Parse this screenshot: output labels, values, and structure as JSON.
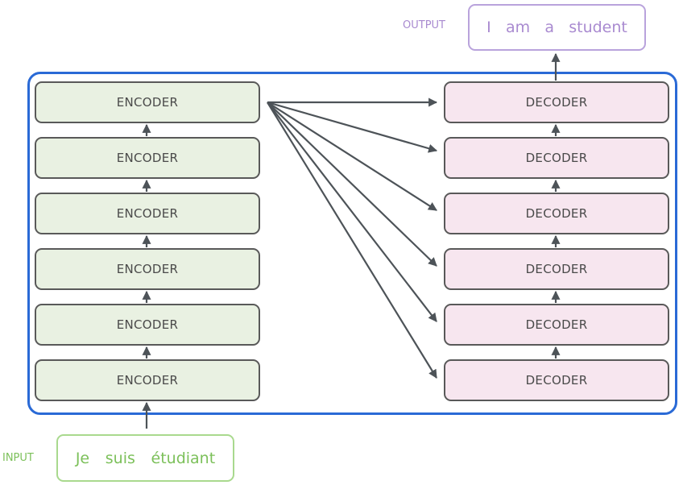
{
  "encoder_label": "ENCODER",
  "decoder_label": "DECODER",
  "encoders": [
    "ENCODER",
    "ENCODER",
    "ENCODER",
    "ENCODER",
    "ENCODER",
    "ENCODER"
  ],
  "decoders": [
    "DECODER",
    "DECODER",
    "DECODER",
    "DECODER",
    "DECODER",
    "DECODER"
  ],
  "input": {
    "tag": "INPUT",
    "tokens": [
      "Je",
      "suis",
      "étudiant"
    ]
  },
  "output": {
    "tag": "OUTPUT",
    "tokens": [
      "I",
      "am",
      "a",
      "student"
    ]
  },
  "colors": {
    "stack_border": "#2a6ad6",
    "encoder_fill": "#e9f1e2",
    "decoder_fill": "#f7e6ef",
    "block_border": "#595959",
    "input_color": "#7cc05a",
    "output_color": "#a98ad0",
    "arrow": "#4d5358"
  }
}
